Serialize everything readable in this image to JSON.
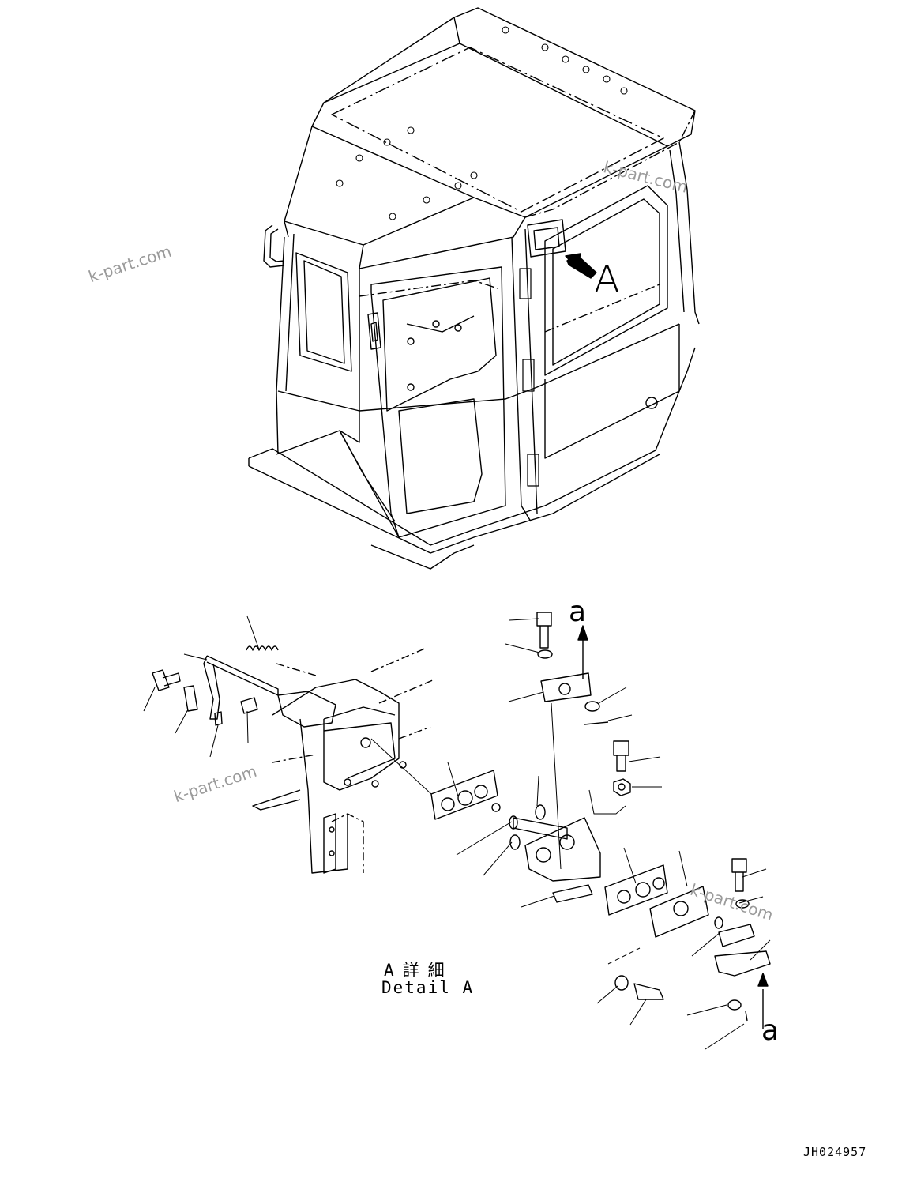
{
  "view_label": "A",
  "ref_label_top": "a",
  "ref_label_bottom": "a",
  "detail_title_jp": "A詳細",
  "detail_title_en": "Detail A",
  "drawing_number": "JH024957",
  "watermarks": [
    "k-part.com",
    "k-part.com",
    "k-part.com",
    "k-part.com"
  ],
  "colors": {
    "line": "#000000",
    "watermark": "#9a9a9a",
    "background": "#ffffff"
  }
}
